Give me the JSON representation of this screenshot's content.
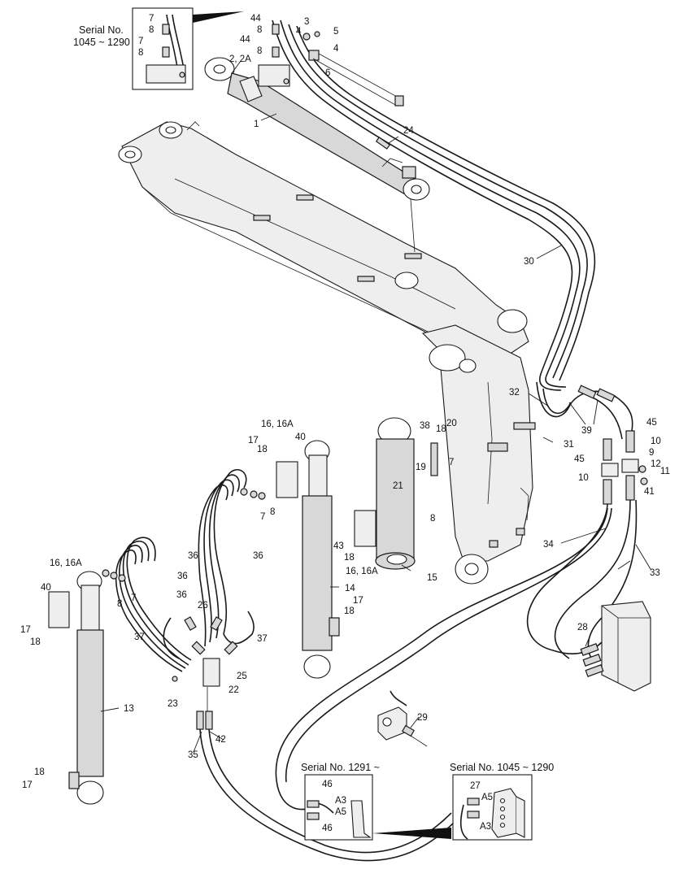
{
  "notes": {
    "top_inset": [
      "Serial No.",
      "1045 ~ 1290"
    ],
    "bottom_center_inset": "Serial No. 1291 ~",
    "bottom_right_inset": "Serial No. 1045 ~ 1290"
  },
  "callouts": [
    {
      "id": "c7a",
      "text": "7"
    },
    {
      "id": "c8a",
      "text": "8"
    },
    {
      "id": "c7b",
      "text": "7"
    },
    {
      "id": "c8b",
      "text": "8"
    },
    {
      "id": "c44a",
      "text": "44"
    },
    {
      "id": "c8c",
      "text": "8"
    },
    {
      "id": "c44b",
      "text": "44"
    },
    {
      "id": "c8d",
      "text": "8"
    },
    {
      "id": "c3",
      "text": "3"
    },
    {
      "id": "c4a",
      "text": "4"
    },
    {
      "id": "c5",
      "text": "5"
    },
    {
      "id": "c4b",
      "text": "4"
    },
    {
      "id": "c6",
      "text": "6"
    },
    {
      "id": "c2",
      "text": "2, 2A"
    },
    {
      "id": "c1",
      "text": "1"
    },
    {
      "id": "c24",
      "text": "24"
    },
    {
      "id": "c30",
      "text": "30"
    },
    {
      "id": "c32",
      "text": "32"
    },
    {
      "id": "c39",
      "text": "39"
    },
    {
      "id": "c31",
      "text": "31"
    },
    {
      "id": "c45a",
      "text": "45"
    },
    {
      "id": "c10a",
      "text": "10"
    },
    {
      "id": "c9",
      "text": "9"
    },
    {
      "id": "c45b",
      "text": "45"
    },
    {
      "id": "c12",
      "text": "12"
    },
    {
      "id": "c10b",
      "text": "10"
    },
    {
      "id": "c11",
      "text": "11"
    },
    {
      "id": "c41",
      "text": "41"
    },
    {
      "id": "c38",
      "text": "38"
    },
    {
      "id": "c18a",
      "text": "18"
    },
    {
      "id": "c20",
      "text": "20"
    },
    {
      "id": "c19",
      "text": "19"
    },
    {
      "id": "c7c",
      "text": "7"
    },
    {
      "id": "c21",
      "text": "21"
    },
    {
      "id": "c8e",
      "text": "8"
    },
    {
      "id": "c16a",
      "text": "16, 16A"
    },
    {
      "id": "c17a",
      "text": "17"
    },
    {
      "id": "c18b",
      "text": "18"
    },
    {
      "id": "c40a",
      "text": "40"
    },
    {
      "id": "c7d",
      "text": "7"
    },
    {
      "id": "c8f",
      "text": "8"
    },
    {
      "id": "c43",
      "text": "43"
    },
    {
      "id": "c18c",
      "text": "18"
    },
    {
      "id": "c16b",
      "text": "16, 16A"
    },
    {
      "id": "c15",
      "text": "15"
    },
    {
      "id": "c34",
      "text": "34"
    },
    {
      "id": "c33",
      "text": "33"
    },
    {
      "id": "c14",
      "text": "14"
    },
    {
      "id": "c18d",
      "text": "18"
    },
    {
      "id": "c17b",
      "text": "17"
    },
    {
      "id": "c36a",
      "text": "36"
    },
    {
      "id": "c36b",
      "text": "36"
    },
    {
      "id": "c36c",
      "text": "36"
    },
    {
      "id": "c36d",
      "text": "36"
    },
    {
      "id": "c16c",
      "text": "16, 16A"
    },
    {
      "id": "c40b",
      "text": "40"
    },
    {
      "id": "c8g",
      "text": "8"
    },
    {
      "id": "c7e",
      "text": "7"
    },
    {
      "id": "c17c",
      "text": "17"
    },
    {
      "id": "c18e",
      "text": "18"
    },
    {
      "id": "c26",
      "text": "26"
    },
    {
      "id": "c37a",
      "text": "37"
    },
    {
      "id": "c37b",
      "text": "37"
    },
    {
      "id": "c25",
      "text": "25"
    },
    {
      "id": "c22",
      "text": "22"
    },
    {
      "id": "c23",
      "text": "23"
    },
    {
      "id": "c13",
      "text": "13"
    },
    {
      "id": "c28",
      "text": "28"
    },
    {
      "id": "c29",
      "text": "29"
    },
    {
      "id": "c42",
      "text": "42"
    },
    {
      "id": "c35",
      "text": "35"
    },
    {
      "id": "c18f",
      "text": "18"
    },
    {
      "id": "c17d",
      "text": "17"
    },
    {
      "id": "c46a",
      "text": "46"
    },
    {
      "id": "cA3a",
      "text": "A3"
    },
    {
      "id": "cA5a",
      "text": "A5"
    },
    {
      "id": "c46b",
      "text": "46"
    },
    {
      "id": "c27",
      "text": "27"
    },
    {
      "id": "cA5b",
      "text": "A5"
    },
    {
      "id": "cA3b",
      "text": "A3"
    }
  ]
}
